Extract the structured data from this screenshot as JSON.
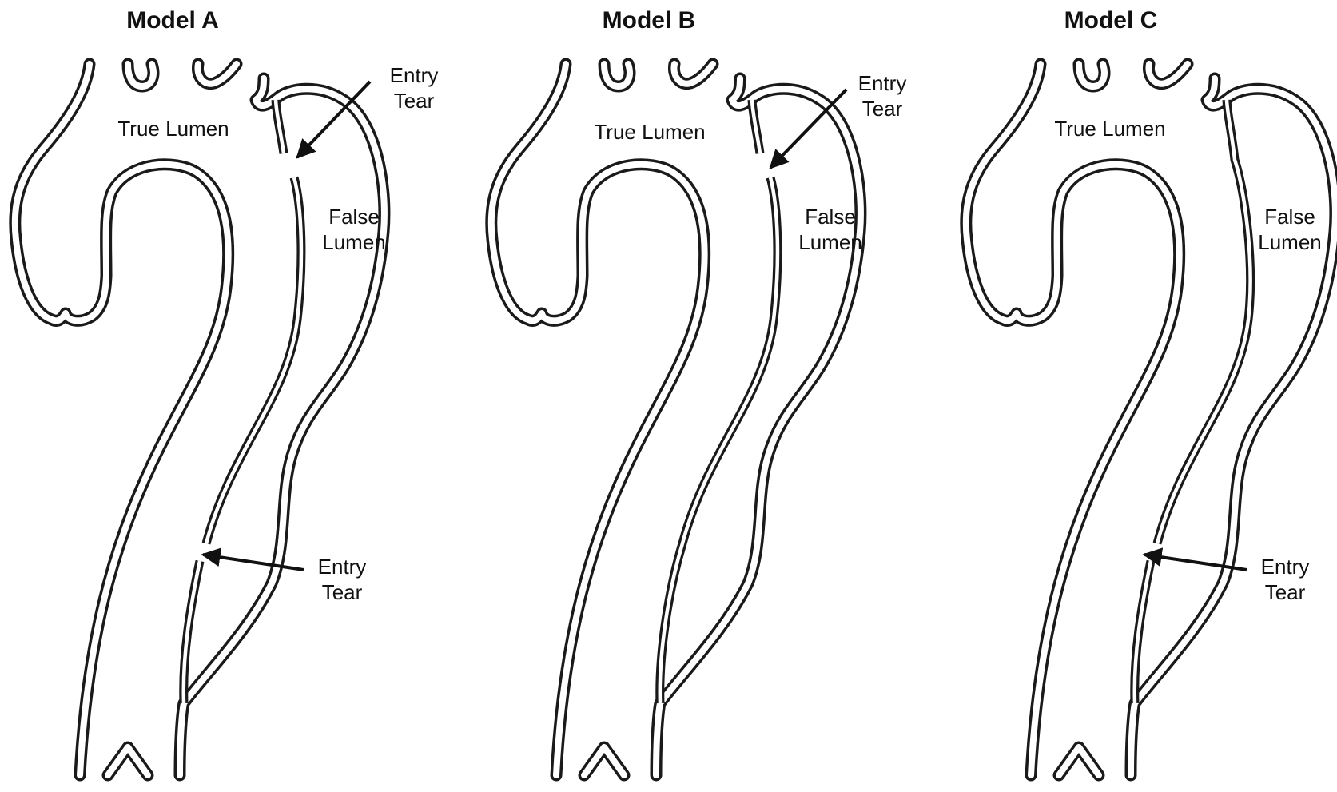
{
  "panels": [
    {
      "title": "Model A",
      "true_lumen": "True Lumen",
      "false_lumen_line1": "False",
      "false_lumen_line2": "Lumen",
      "tear_upper_line1": "Entry",
      "tear_upper_line2": "Tear",
      "tear_lower_line1": "Entry",
      "tear_lower_line2": "Tear"
    },
    {
      "title": "Model B",
      "true_lumen": "True Lumen",
      "false_lumen_line1": "False",
      "false_lumen_line2": "Lumen",
      "tear_upper_line1": "Entry",
      "tear_upper_line2": "Tear"
    },
    {
      "title": "Model C",
      "true_lumen": "True Lumen",
      "false_lumen_line1": "False",
      "false_lumen_line2": "Lumen",
      "tear_lower_line1": "Entry",
      "tear_lower_line2": "Tear"
    }
  ],
  "colors": {
    "line": "#1a1a1a",
    "background": "#ffffff"
  }
}
